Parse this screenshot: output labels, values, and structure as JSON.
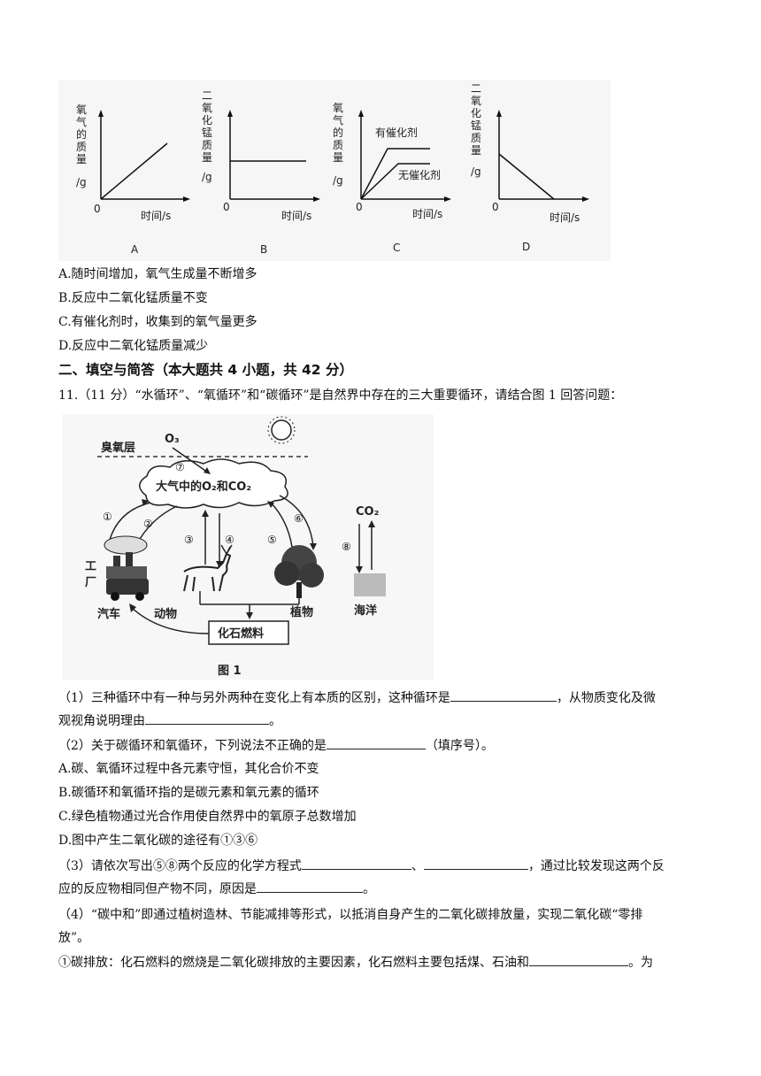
{
  "graphs": {
    "A": {
      "ylabel": [
        "氧",
        "气",
        "的",
        "质",
        "量",
        "/g"
      ],
      "xlabel": "时间/s",
      "origin": "0",
      "caption": "A"
    },
    "B": {
      "ylabel": [
        "二",
        "氧",
        "化",
        "锰",
        "质",
        "量",
        "/g"
      ],
      "xlabel": "时间/s",
      "origin": "0",
      "caption": "B"
    },
    "C": {
      "ylabel": [
        "氧",
        "气",
        "的",
        "质",
        "量",
        "/g"
      ],
      "xlabel": "时间/s",
      "origin": "0",
      "caption": "C",
      "curve_top": "有催化剂",
      "curve_bottom": "无催化剂"
    },
    "D": {
      "ylabel": [
        "二",
        "氧",
        "化",
        "锰",
        "质",
        "量",
        "/g"
      ],
      "xlabel": "时间/s",
      "origin": "0",
      "caption": "D"
    }
  },
  "options": [
    "A.随时间增加，氧气生成量不断增多",
    "B.反应中二氧化锰质量不变",
    "C.有催化剂时，收集到的氧气量更多",
    "D.反应中二氧化锰质量减少"
  ],
  "section_title": "二、填空与简答（本大题共 4 小题，共 42 分）",
  "q11_intro": "11.（11 分）“水循环”、“氧循环”和“碳循环”是自然界中存在的三大重要循环，请结合图 1 回答问题：",
  "figure": {
    "ozone": "臭氧层",
    "o3": "O₃",
    "atmosphere": "大气中的O₂和CO₂",
    "factory": "工厂",
    "car": "汽车",
    "animal": "动物",
    "plant": "植物",
    "fossil": "化石燃料",
    "co2": "CO₂",
    "ocean": "海洋",
    "caption": "图 1",
    "nums": [
      "①",
      "②",
      "③",
      "④",
      "⑤",
      "⑥",
      "⑦",
      "⑧"
    ]
  },
  "q1": {
    "a": "（1）三种循环中有一种与另外两种在变化上有本质的区别，这种循环是",
    "b": "，从物质变化及微",
    "c": "观视角说明理由",
    "d": "。"
  },
  "q2": {
    "a": "（2）关于碳循环和氧循环，下列说法不正确的是",
    "b": "（填序号）。"
  },
  "q2_options": [
    "A.碳、氧循环过程中各元素守恒，其化合价不变",
    "B.碳循环和氧循环指的是碳元素和氧元素的循环",
    "C.绿色植物通过光合作用使自然界中的氧原子总数增加",
    "D.图中产生二氧化碳的途径有①③⑥"
  ],
  "q3": {
    "a": "（3）请依次写出⑤⑧两个反应的化学方程式",
    "sep": "、",
    "b": "，通过比较发现这两个反",
    "c": "应的反应物相同但产物不同，原因是",
    "d": "。"
  },
  "q4": {
    "a": "（4）“碳中和”即通过植树造林、节能减排等形式，以抵消自身产生的二氧化碳排放量，实现二氧化碳“零排",
    "b": "放”。"
  },
  "q4_1": {
    "a": "①碳排放：化石燃料的燃烧是二氧化碳排放的主要因素，化石燃料主要包括煤、石油和",
    "b": "。为"
  }
}
